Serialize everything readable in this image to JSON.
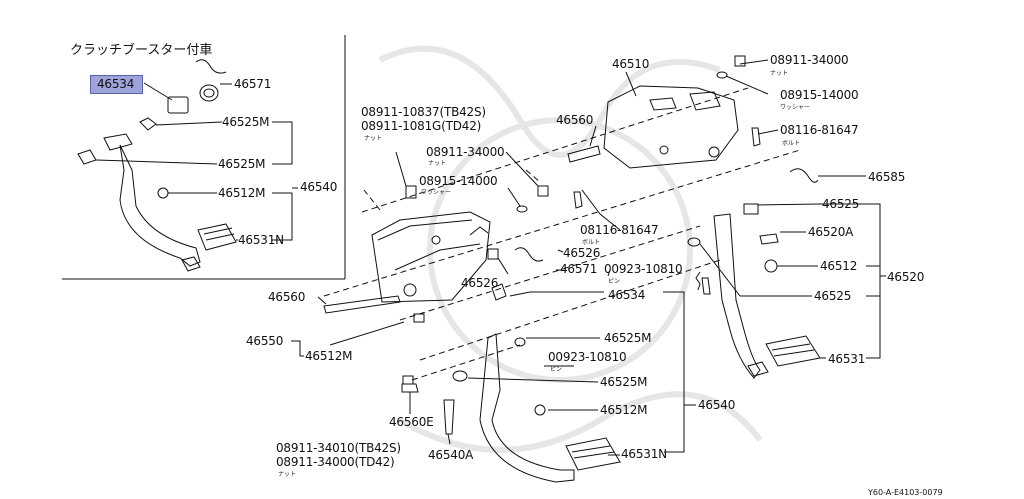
{
  "diagram": {
    "inset_title": "クラッチブースター付車",
    "figure_code": "Y60-A-E4103-0079",
    "highlight": "#9da4d9"
  },
  "labels": {
    "p46534_inset": "46534",
    "p46571_inset": "46571",
    "p46525M_inset_a": "46525M",
    "p46525M_inset_b": "46525M",
    "p46512M_inset": "46512M",
    "p46540_inset": "46540",
    "p46531N_inset": "46531N",
    "p46510": "46510",
    "p08911_34000_r": "08911-34000",
    "p08915_14000_r": "08915-14000",
    "p08116_81647_r": "08116-81647",
    "p46560_top": "46560",
    "p08911_10837": "08911-10837(TB42S)",
    "p08911_1081G": "08911-1081G(TD42)",
    "p08911_34000_m": "08911-34000",
    "p08915_14000_m": "08915-14000",
    "p08116_81647_m": "08116-81647",
    "p46526_a": "46526",
    "p46571": "46571",
    "p46526_b": "46526",
    "p00923_10810_a": "00923-10810",
    "p46534": "46534",
    "p46585": "46585",
    "p46525": "46525",
    "p46520A": "46520A",
    "p46512": "46512",
    "p46520": "46520",
    "p46525_b": "46525",
    "p46531": "46531",
    "p46560_left": "46560",
    "p46550": "46550",
    "p46512M": "46512M",
    "p46525M_a": "46525M",
    "p00923_10810_b": "00923-10810",
    "p46525M_b": "46525M",
    "p46512M_b": "46512M",
    "p46540": "46540",
    "p46560E": "46560E",
    "p46540A": "46540A",
    "p46531N": "46531N",
    "p08911_34010": "08911-34010(TB42S)",
    "p08911_34000_b": "08911-34000(TD42)"
  },
  "sublabels": {
    "nut_1": "ナット",
    "washer_1": "ワッシャー",
    "bolt_1": "ボルト",
    "nut_2": "ナット",
    "nut_3": "ナット",
    "washer_2": "ワッシャー",
    "bolt_2": "ボルト",
    "pin_1": "ピン",
    "pin_2": "ピン",
    "nut_4": "ナット"
  }
}
